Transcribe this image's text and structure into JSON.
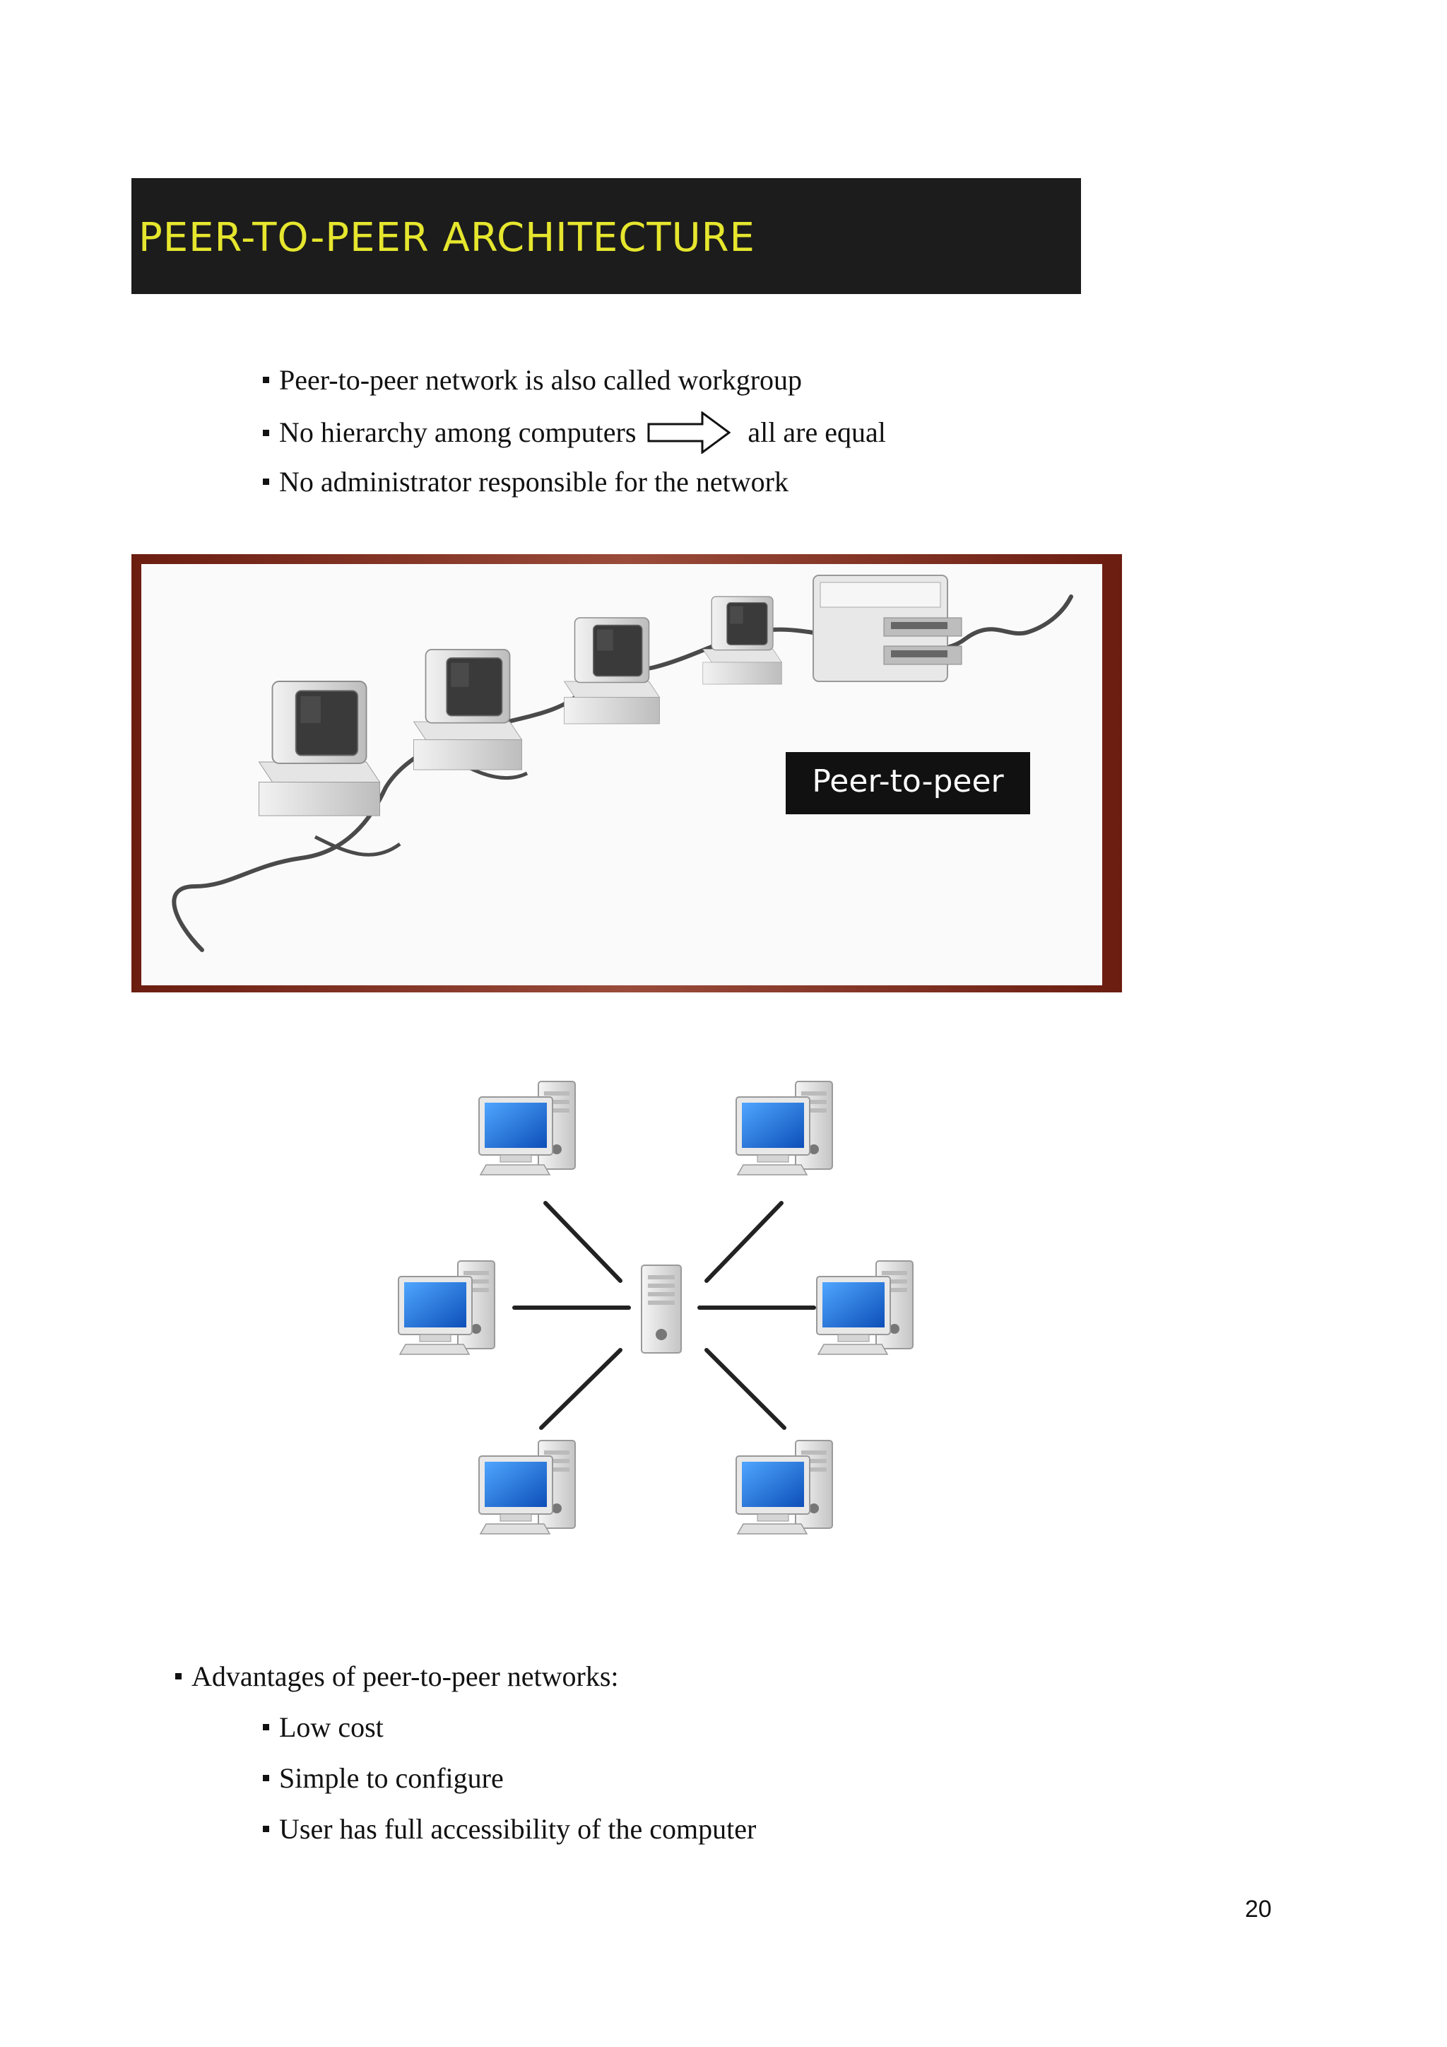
{
  "slide": {
    "title": "PEER-TO-PEER ARCHITECTURE"
  },
  "intro_bullets": [
    "Peer-to-peer network is also called workgroup",
    "No hierarchy among computers",
    "all are equal",
    "No administrator responsible for the network"
  ],
  "figure1": {
    "label": "Peer-to-peer",
    "computers": 4,
    "devices": [
      "desktop-computer",
      "desktop-computer",
      "desktop-computer",
      "desktop-computer",
      "printer"
    ]
  },
  "figure2": {
    "computers": 6,
    "layout": "star around central tower"
  },
  "advantages": {
    "heading": "Advantages of peer-to-peer networks:",
    "items": [
      "Low cost",
      "Simple to configure",
      "User has full accessibility of the computer"
    ]
  },
  "page_number": "20",
  "colors": {
    "title_bg": "#1c1c1c",
    "title_text": "#e6e62e",
    "frame": "#7a2a1a",
    "screen_blue": "#1c6fd6"
  }
}
